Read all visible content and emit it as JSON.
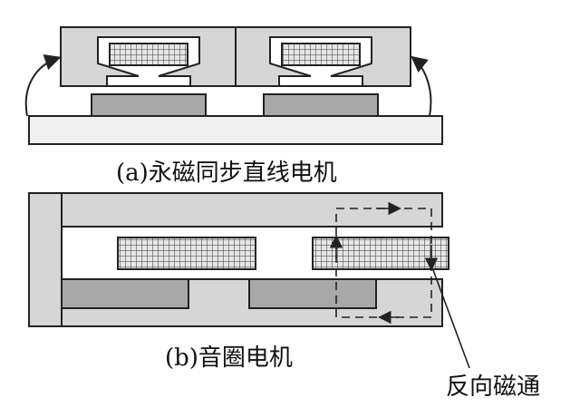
{
  "diagram": {
    "panel_a": {
      "caption": "(a)永磁同步直线电机"
    },
    "panel_b": {
      "caption": "(b)音圈电机",
      "flux_label": "反向磁通"
    },
    "colors": {
      "stroke": "#222222",
      "core_fill": "#d6d6d6",
      "base_fill": "#f0f0f0",
      "magnet_fill": "#a8a8a8",
      "coil_fill": "#e6e6e6",
      "coil_grid": "#333333"
    }
  }
}
